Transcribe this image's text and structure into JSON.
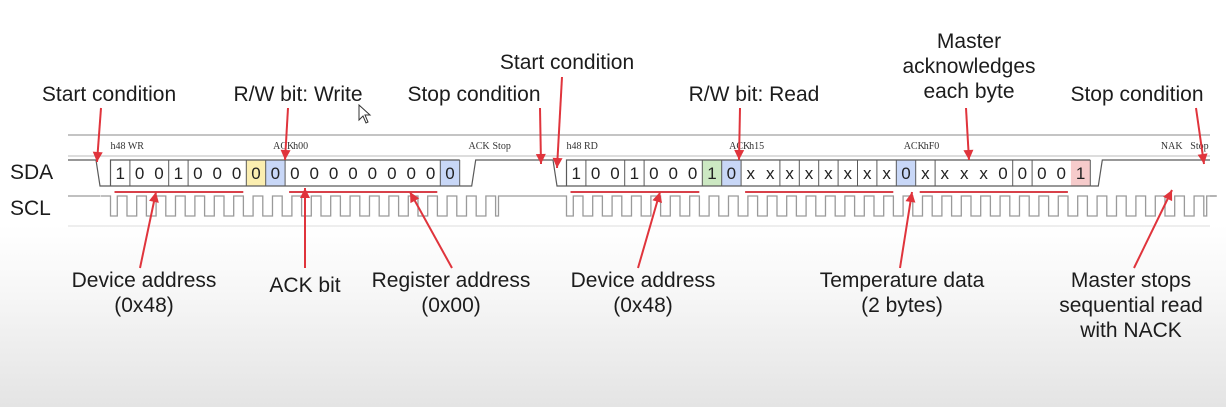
{
  "signals": {
    "sda": "SDA",
    "scl": "SCL"
  },
  "annotations": {
    "start1": "Start condition",
    "rw_write": "R/W bit: Write",
    "stop1": "Stop condition",
    "start2": "Start condition",
    "rw_read": "R/W bit: Read",
    "master_ack": [
      "Master",
      "acknowledges",
      "each byte"
    ],
    "stop2": "Stop condition",
    "dev_addr1": [
      "Device address",
      "(0x48)"
    ],
    "ack_bit": "ACK bit",
    "reg_addr": [
      "Register address",
      "(0x00)"
    ],
    "dev_addr2": [
      "Device address",
      "(0x48)"
    ],
    "temp_data": [
      "Temperature data",
      "(2 bytes)"
    ],
    "nack": [
      "Master stops",
      "sequential read",
      "with NACK"
    ]
  },
  "frame1": {
    "header": {
      "addr": "h48 WR",
      "ack": "ACK",
      "data": "h00",
      "ack2": "ACK",
      "stop": "Stop"
    },
    "addr_bits": [
      "1",
      "0",
      "0",
      "1",
      "0",
      "0",
      "0"
    ],
    "rw_bit": "0",
    "ack_bit": "0",
    "data_bits": [
      "0",
      "0",
      "0",
      "0",
      "0",
      "0",
      "0",
      "0"
    ],
    "ack2_bit": "0"
  },
  "frame2": {
    "header": {
      "addr": "h48 RD",
      "ack": "ACK",
      "data1": "h15",
      "ack2": "ACK",
      "data2": "hF0",
      "nak": "NAK",
      "stop": "Stop"
    },
    "addr_bits": [
      "1",
      "0",
      "0",
      "1",
      "0",
      "0",
      "0"
    ],
    "rw_bit": "1",
    "ack_bit": "0",
    "data1_bits": [
      "x",
      "x",
      "x",
      "x",
      "x",
      "x",
      "x",
      "x"
    ],
    "ack2_bit": "0",
    "data2_bits": [
      "x",
      "x",
      "x",
      "x",
      "0",
      "0",
      "0",
      "0"
    ],
    "nak_bit": "1"
  },
  "colors": {
    "rw_write": "#fbeeb0",
    "ack": "#c8d7f7",
    "rw_read": "#cce8c2",
    "nak": "#f6cbcb",
    "underline": "#d8414a",
    "arrow": "#e0343c",
    "wave": "#5a5a5a",
    "header_text": "#333333"
  }
}
